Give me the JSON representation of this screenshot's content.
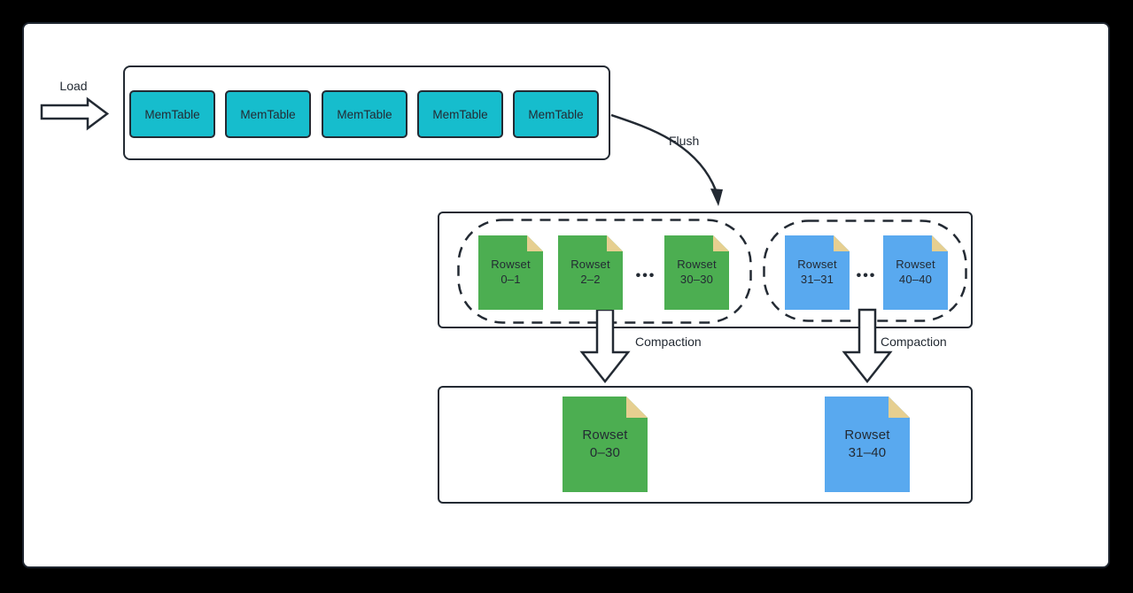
{
  "labels": {
    "load": "Load",
    "flush": "Flush",
    "compaction_left": "Compaction",
    "compaction_right": "Compaction",
    "ellipsis_green": "•••",
    "ellipsis_blue": "•••"
  },
  "memtables": [
    "MemTable",
    "MemTable",
    "MemTable",
    "MemTable",
    "MemTable"
  ],
  "level0": {
    "green": [
      {
        "name": "Rowset",
        "range": "0–1"
      },
      {
        "name": "Rowset",
        "range": "2–2"
      },
      {
        "name": "Rowset",
        "range": "30–30"
      }
    ],
    "blue": [
      {
        "name": "Rowset",
        "range": "31–31"
      },
      {
        "name": "Rowset",
        "range": "40–40"
      }
    ]
  },
  "compacted": {
    "green": {
      "name": "Rowset",
      "range": "0–30"
    },
    "blue": {
      "name": "Rowset",
      "range": "31–40"
    }
  },
  "colors": {
    "background": "#000000",
    "canvas": "#FFFFFF",
    "stroke": "#232A33",
    "memtable_fill": "#16BDCD",
    "rowset_green": "#4CAE51",
    "rowset_blue": "#59A9EF",
    "fold_tan": "#E6CF90"
  }
}
